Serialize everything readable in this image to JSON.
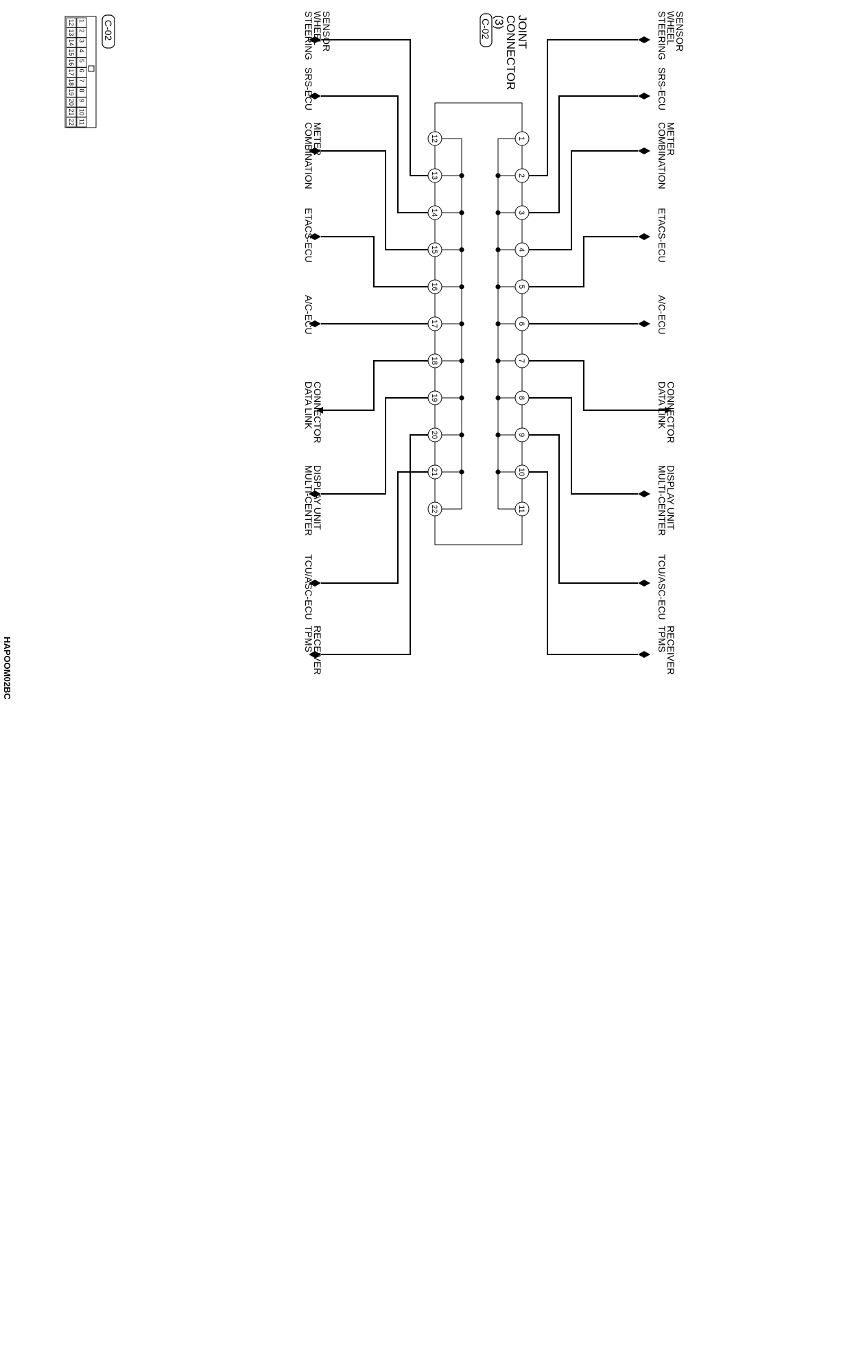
{
  "title": {
    "lines": [
      "JOINT",
      "CONNECTOR",
      "(3)"
    ],
    "badge": "C-02"
  },
  "legend": {
    "badge": "C-02",
    "rows": [
      [
        "1",
        "2",
        "3",
        "4",
        "5",
        "6",
        "7",
        "8",
        "9",
        "10",
        "11"
      ],
      [
        "12",
        "13",
        "14",
        "15",
        "16",
        "17",
        "18",
        "19",
        "20",
        "21",
        "22"
      ]
    ]
  },
  "figure_id": "HAPOOM02BC",
  "pins_right": [
    "1",
    "2",
    "3",
    "4",
    "5",
    "6",
    "7",
    "8",
    "9",
    "10",
    "11"
  ],
  "pins_left": [
    "12",
    "13",
    "14",
    "15",
    "16",
    "17",
    "18",
    "19",
    "20",
    "21",
    "22"
  ],
  "labels_right": [
    {
      "key": "steering",
      "lines": [
        "STEERING",
        "WHEEL",
        "SENSOR"
      ]
    },
    {
      "key": "srs",
      "lines": [
        "SRS-ECU"
      ]
    },
    {
      "key": "combo",
      "lines": [
        "COMBINATION",
        "METER"
      ]
    },
    {
      "key": "etacs",
      "lines": [
        "ETACS-ECU"
      ]
    },
    {
      "key": "ac",
      "lines": [
        "A/C-ECU"
      ]
    },
    {
      "key": "dlc",
      "lines": [
        "DATA LINK",
        "CONNECTOR"
      ]
    },
    {
      "key": "mcdu",
      "lines": [
        "MULTI-CENTER",
        "DISPLAY UNIT"
      ]
    },
    {
      "key": "tcu",
      "lines": [
        "TCU/ASC-ECU"
      ]
    },
    {
      "key": "tpms",
      "lines": [
        "TPMS",
        "RECEIVER"
      ]
    }
  ],
  "labels_left": [
    {
      "key": "steering",
      "lines": [
        "STEERING",
        "WHEEL",
        "SENSOR"
      ]
    },
    {
      "key": "srs",
      "lines": [
        "SRS-ECU"
      ]
    },
    {
      "key": "combo",
      "lines": [
        "COMBINATION",
        "METER"
      ]
    },
    {
      "key": "etacs",
      "lines": [
        "ETACS-ECU"
      ]
    },
    {
      "key": "ac",
      "lines": [
        "A/C-ECU"
      ]
    },
    {
      "key": "dlc",
      "lines": [
        "DATA LINK",
        "CONNECTOR"
      ]
    },
    {
      "key": "mcdu",
      "lines": [
        "MULTI-CENTER",
        "DISPLAY UNIT"
      ]
    },
    {
      "key": "tcu",
      "lines": [
        "TCU/ASC-ECU"
      ]
    },
    {
      "key": "tpms",
      "lines": [
        "TPMS",
        "RECEIVER"
      ]
    }
  ],
  "wiring_right": [
    {
      "pin": "2",
      "to": "steering"
    },
    {
      "pin": "3",
      "to": "srs"
    },
    {
      "pin": "4",
      "to": "combo"
    },
    {
      "pin": "5",
      "to": "etacs"
    },
    {
      "pin": "6",
      "to": "ac"
    },
    {
      "pin": "7",
      "to": "dlc"
    },
    {
      "pin": "8",
      "to": "mcdu"
    },
    {
      "pin": "9",
      "to": "tcu"
    },
    {
      "pin": "10",
      "to": "tpms"
    }
  ],
  "wiring_left": [
    {
      "pin": "13",
      "to": "steering"
    },
    {
      "pin": "14",
      "to": "srs"
    },
    {
      "pin": "15",
      "to": "combo"
    },
    {
      "pin": "16",
      "to": "etacs"
    },
    {
      "pin": "17",
      "to": "ac"
    },
    {
      "pin": "18",
      "to": "dlc"
    },
    {
      "pin": "19",
      "to": "mcdu"
    },
    {
      "pin": "20",
      "to": "tpms"
    },
    {
      "pin": "21",
      "to": "tcu"
    }
  ]
}
